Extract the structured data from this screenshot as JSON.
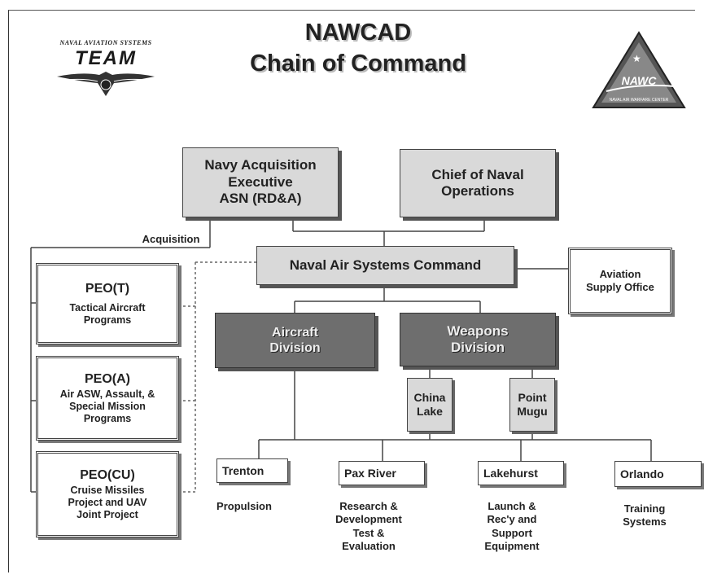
{
  "title": {
    "line1": "NAWCAD",
    "line2": "Chain of Command"
  },
  "logo_left": {
    "caption": "NAVAL AVIATION SYSTEMS",
    "word": "TEAM"
  },
  "logo_right": {
    "word": "NAWC",
    "caption": "NAVAL AIR WARFARE CENTER"
  },
  "boxes": {
    "navy_acq": [
      "Navy Acquisition",
      "Executive",
      "ASN (RD&A)"
    ],
    "cno": [
      "Chief of Naval",
      "Operations"
    ],
    "navair": "Naval Air Systems Command",
    "aso": [
      "Aviation",
      "Supply Office"
    ],
    "aircraft": [
      "Aircraft",
      "Division"
    ],
    "weapons": [
      "Weapons",
      "Division"
    ],
    "china_lake": [
      "China",
      "Lake"
    ],
    "point_mugu": [
      "Point",
      "Mugu"
    ],
    "trenton": "Trenton",
    "pax_river": "Pax River",
    "lakehurst": "Lakehurst",
    "orlando": "Orlando"
  },
  "peo": [
    {
      "name": "PEO(T)",
      "desc": [
        "Tactical Aircraft",
        "Programs"
      ]
    },
    {
      "name": "PEO(A)",
      "desc": [
        "Air ASW, Assault, &",
        "Special Mission",
        "Programs"
      ]
    },
    {
      "name": "PEO(CU)",
      "desc": [
        "Cruise Missiles",
        "Project and UAV",
        "Joint Project"
      ]
    }
  ],
  "labels": {
    "acquisition": "Acquisition",
    "propulsion": "Propulsion",
    "pax_river": [
      "Research &",
      "Development",
      "Test &",
      "Evaluation"
    ],
    "lakehurst": [
      "Launch &",
      "Rec'y and",
      "Support",
      "Equipment"
    ],
    "orlando": [
      "Training",
      "Systems"
    ]
  },
  "colors": {
    "light_box": "#d9d9d9",
    "dark_box": "#6e6e6e",
    "line": "#444444"
  }
}
